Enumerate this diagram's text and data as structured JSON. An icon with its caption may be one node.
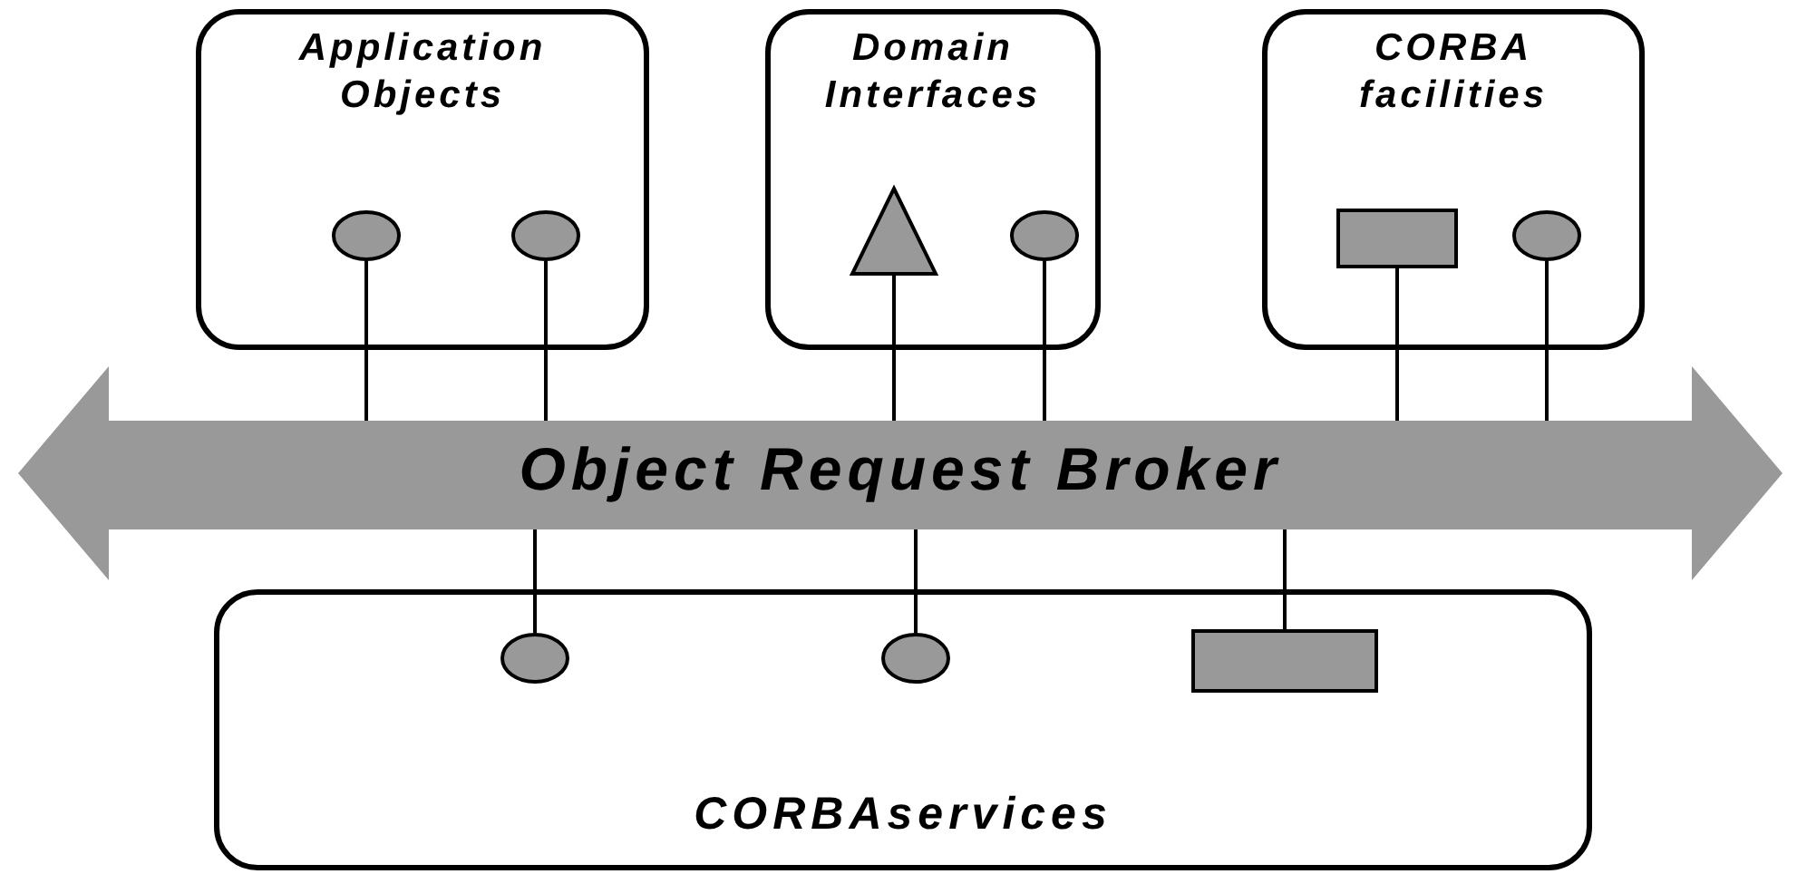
{
  "diagram": {
    "nodes": [
      {
        "text": [
          "Application Objects"
        ]
      },
      {
        "text": [],
        "shape": "circle",
        "in": 0
      },
      {
        "text": [],
        "shape": "circle",
        "in": 0
      },
      {
        "text": [
          "Domain Interfaces"
        ]
      },
      {
        "text": [],
        "shape": "triangle",
        "in": 3
      },
      {
        "text": [],
        "shape": "circle",
        "in": 3
      },
      {
        "text": [
          "CORBA facilities"
        ]
      },
      {
        "text": [],
        "shape": "box",
        "in": 6
      },
      {
        "text": [],
        "shape": "circle",
        "in": 6
      },
      {
        "text": [
          "Object Request Broker"
        ]
      },
      {
        "text": [
          "CORBAservices"
        ]
      },
      {
        "text": [],
        "shape": "circle",
        "in": 10
      },
      {
        "text": [],
        "shape": "circle",
        "in": 10
      },
      {
        "text": [],
        "shape": "box",
        "in": 10
      }
    ],
    "edges": [
      {
        "from": 1,
        "to": 9,
        "arrow": "none"
      },
      {
        "from": 2,
        "to": 9,
        "arrow": "none"
      },
      {
        "from": 4,
        "to": 9,
        "arrow": "none"
      },
      {
        "from": 5,
        "to": 9,
        "arrow": "none"
      },
      {
        "from": 7,
        "to": 9,
        "arrow": "none"
      },
      {
        "from": 8,
        "to": 9,
        "arrow": "none"
      },
      {
        "from": 9,
        "to": 11,
        "arrow": "none"
      },
      {
        "from": 9,
        "to": 12,
        "arrow": "none"
      },
      {
        "from": 9,
        "to": 13,
        "arrow": "none"
      }
    ]
  }
}
